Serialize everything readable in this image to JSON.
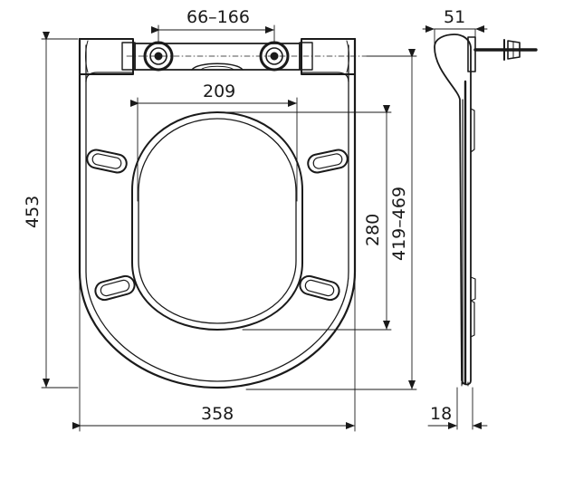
{
  "diagram": {
    "subject": "Toilet seat technical drawing (front view and side profile)",
    "line_color": "#1a1a1a",
    "background": "#ffffff",
    "dimensions": {
      "hinge_spacing": "66–166",
      "inner_opening_width": "209",
      "overall_height": "453",
      "inner_opening_height": "280",
      "mounting_range": "419–469",
      "overall_width": "358",
      "profile_depth": "51",
      "profile_thickness": "18"
    },
    "views": [
      {
        "name": "front-view",
        "elements": [
          "seat-outline",
          "lid-opening",
          "hinge-bar",
          "hinge-bolts",
          "bumper-pads"
        ]
      },
      {
        "name": "side-view",
        "elements": [
          "seat-profile",
          "mounting-bolt"
        ]
      }
    ]
  }
}
